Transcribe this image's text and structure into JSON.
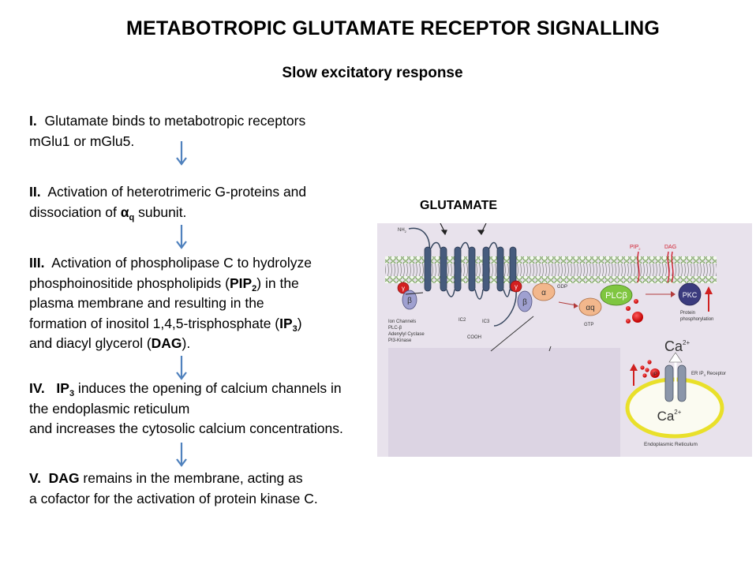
{
  "title": "METABOTROPIC GLUTAMATE RECEPTOR SIGNALLING",
  "subtitle": "Slow excitatory response",
  "steps": [
    {
      "num": "I.",
      "line1": "Glutamate binds to metabotropic receptors",
      "line2": "mGlu1 or mGlu5."
    },
    {
      "num": "II.",
      "line1": "Activation of heterotrimeric G-proteins and",
      "line2a": "dissociation of ",
      "alpha": "α",
      "alpha_sub": "q",
      "line2b": " subunit."
    },
    {
      "num": "III.",
      "line1": "Activation of  phospholipase C to hydrolyze",
      "line2a": "phosphoinositide phospholipids (",
      "pip": "PIP",
      "pip_sub": "2",
      "line2b": ") in the",
      "line3": "plasma membrane and resulting in the",
      "line4a": "formation of inositol 1,4,5-trisphosphate (",
      "ip": "IP",
      "ip_sub": "3",
      "line4b": ")",
      "line5a": "and diacyl glycerol (",
      "dag": "DAG",
      "line5b": ")."
    },
    {
      "num": "IV.",
      "ip": "IP",
      "ip_sub": "3",
      "line1": " induces the opening of calcium channels in",
      "line2": "the endoplasmic reticulum",
      "line3": "and increases the cytosolic calcium concentrations."
    },
    {
      "num": "V.",
      "dag": "DAG",
      "line1": " remains in the membrane, acting as",
      "line2": "a cofactor for the activation of protein kinase C."
    }
  ],
  "arrow_color": "#4f81bd",
  "diagram": {
    "heading": "GLUTAMATE",
    "labels": {
      "nh": "NH",
      "nh_sub": "2",
      "pip": "PIP",
      "pip_sub": "2",
      "dag": "DAG",
      "gamma": "γ",
      "beta": "β",
      "alpha": "α",
      "gdp": "GDP",
      "alpha_q": "αq",
      "plc": "PLCβ",
      "pkc": "PKC",
      "gtp": "GTP",
      "ic2": "IC2",
      "ic3": "IC3",
      "cooh": "COOH",
      "effectors": [
        "Ion Channels",
        "PLC-β",
        "Adenylyl Cyclase",
        "PI3-Kinase"
      ],
      "protein_phos": [
        "Protein",
        "phosphorylation"
      ],
      "ca": "Ca",
      "ca_sup": "2+",
      "ip3": "IP",
      "er_receptor": "ER IP",
      "er_receptor_sub": "3",
      "er_receptor_tail": " Receptor",
      "er": "Endoplasmic Reticulum"
    }
  }
}
